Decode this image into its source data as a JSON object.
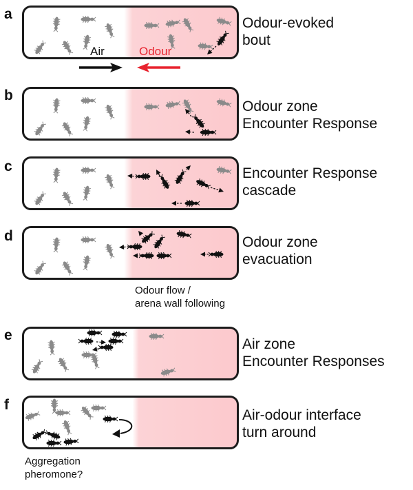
{
  "colors": {
    "odour": "#fcc9cd",
    "odour_text": "#e8242f",
    "beetle_black": "#111111",
    "beetle_gray": "#8a8a8a"
  },
  "panels": [
    {
      "letter": "a",
      "caption": [
        "Odour-evoked",
        "bout"
      ]
    },
    {
      "letter": "b",
      "caption": [
        "Odour zone",
        "Encounter Response"
      ]
    },
    {
      "letter": "c",
      "caption": [
        "Encounter Response",
        "cascade"
      ]
    },
    {
      "letter": "d",
      "caption": [
        "Odour zone",
        "evacuation"
      ]
    },
    {
      "letter": "e",
      "caption": [
        "Air zone",
        "Encounter Responses"
      ]
    },
    {
      "letter": "f",
      "caption": [
        "Air-odour interface",
        "turn around"
      ]
    }
  ],
  "flow": {
    "air_label": "Air",
    "odour_label": "Odour"
  },
  "notes": {
    "wall_following": [
      "Odour flow /",
      "arena wall following"
    ],
    "aggregation": [
      "Aggregation",
      "pheromone?"
    ]
  }
}
